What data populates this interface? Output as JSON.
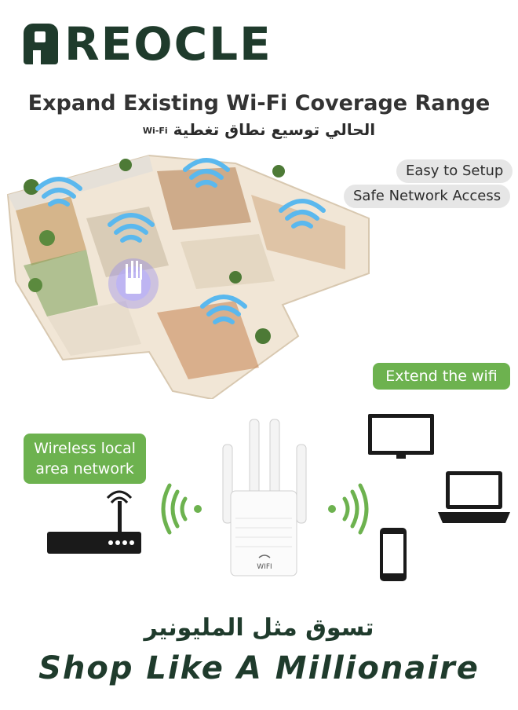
{
  "brand": {
    "name": "REOCLE"
  },
  "headline": "Expand Existing Wi-Fi Coverage Range",
  "subheadline": {
    "arabic": "الحالي توسيع نطاق تغطية",
    "wifi_label": "Wi-Fi"
  },
  "features": [
    "Easy to Setup",
    "Safe Network Access"
  ],
  "labels": {
    "extend": "Extend the wifi",
    "wireless_line1": "Wireless local",
    "wireless_line2": "area network"
  },
  "device": {
    "label": "WIFI"
  },
  "slogan_arabic": "تسوق مثل المليونير",
  "slogan": "Shop Like A Millionaire",
  "colors": {
    "brand": "#1f3b2c",
    "accent_green": "#6db24f",
    "wifi_blue": "#5ab8ee",
    "pill_bg": "#e6e6e6"
  },
  "icons": [
    "wifi-signal-icon",
    "router-icon",
    "repeater-icon",
    "monitor-icon",
    "laptop-icon",
    "phone-icon",
    "signal-waves-icon"
  ]
}
